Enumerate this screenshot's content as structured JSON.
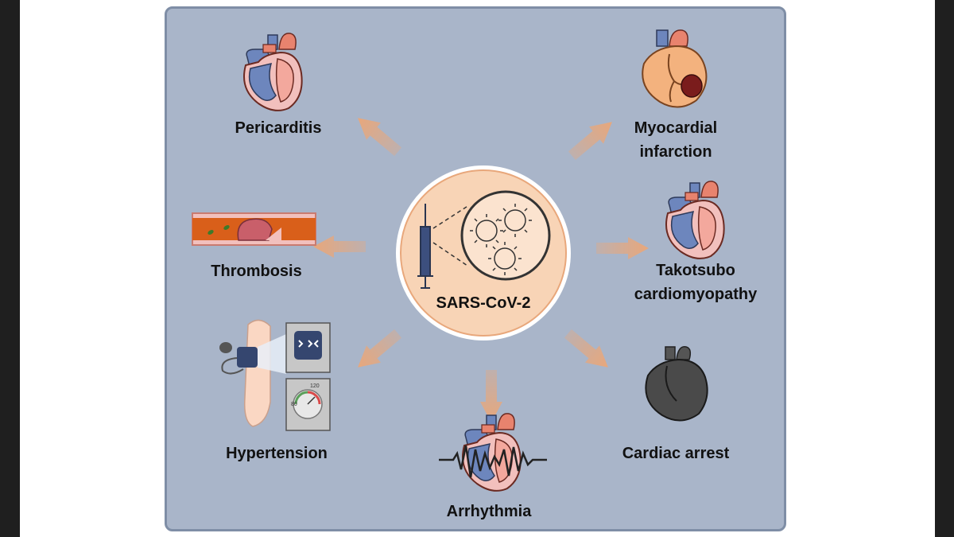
{
  "center": {
    "label": "SARS-CoV-2",
    "icon": "syringe-virus-icon"
  },
  "conditions": {
    "pericarditis": {
      "label": "Pericarditis",
      "icon": "heart-icon"
    },
    "myocardial": {
      "label1": "Myocardial",
      "label2": "infarction",
      "icon": "infarct-heart-icon"
    },
    "thrombosis": {
      "label": "Thrombosis",
      "icon": "blood-vessel-clot-icon"
    },
    "takotsubo": {
      "label1": "Takotsubo",
      "label2": "cardiomyopathy",
      "icon": "heart-icon"
    },
    "hypertension": {
      "label": "Hypertension",
      "icon": "blood-pressure-cuff-icon",
      "gauge_low": "80",
      "gauge_high": "120"
    },
    "arrhythmia": {
      "label": "Arrhythmia",
      "icon": "heart-ecg-icon"
    },
    "cardiac_arrest": {
      "label": "Cardiac arrest",
      "icon": "dark-heart-icon"
    }
  },
  "colors": {
    "panel": "#a9b5c9",
    "center_fill": "#f8d4b6",
    "arrow": "#e8a77b",
    "heart_red": "#e8836e",
    "vessel_blue": "#6d86bd"
  }
}
